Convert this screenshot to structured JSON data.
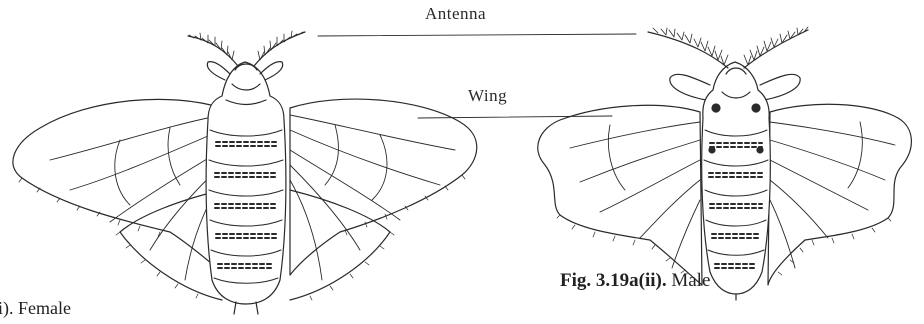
{
  "labels": {
    "antenna": "Antenna",
    "wing": "Wing"
  },
  "captions": {
    "female": "(i). Female",
    "male_fig": "Fig. 3.19a(ii).",
    "male_sex": "Male"
  },
  "colors": {
    "ink": "#2a2a2a",
    "background": "#ffffff"
  }
}
